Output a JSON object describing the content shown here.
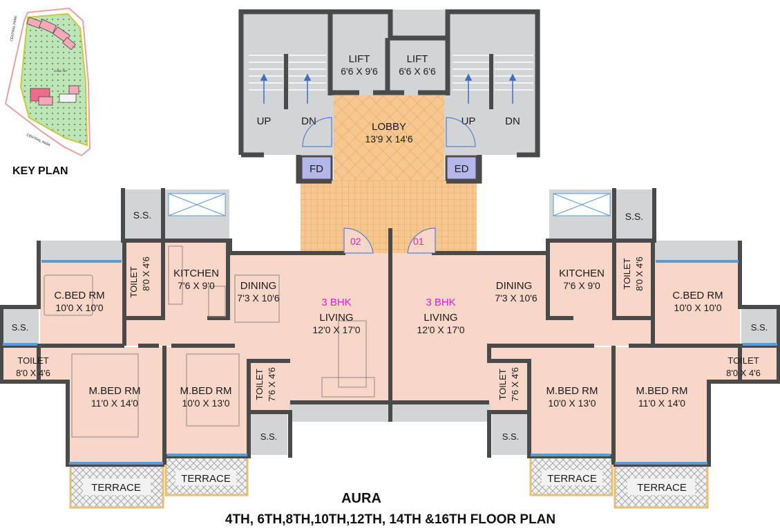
{
  "key_plan": {
    "title": "KEY PLAN",
    "road_left": "CENTRAL PARK",
    "road_bottom": "CENTRAL PARK",
    "zone_label": "ZONE SET"
  },
  "core": {
    "lift_left": {
      "name": "LIFT",
      "size": "6'6 X 9'6"
    },
    "lift_right": {
      "name": "LIFT",
      "size": "6'6 X 6'6"
    },
    "lobby": {
      "name": "LOBBY",
      "size": "13'9 X 14'6"
    },
    "stair_left": {
      "up": "UP",
      "dn": "DN"
    },
    "stair_right": {
      "up": "UP",
      "dn": "DN"
    },
    "fd": "FD",
    "ed": "ED"
  },
  "flat_left": {
    "number": "02",
    "type": "3 BHK",
    "living": {
      "name": "LIVING",
      "size": "12'0 X 17'0"
    },
    "dining": {
      "name": "DINING",
      "size": "7'3 X 10'6"
    },
    "kitchen": {
      "name": "KITCHEN",
      "size": "7'6 X 9'0"
    },
    "cbed": {
      "name": "C.BED RM",
      "size": "10'0 X 10'0"
    },
    "mbed1": {
      "name": "M.BED RM",
      "size": "11'0 X 14'0"
    },
    "mbed2": {
      "name": "M.BED RM",
      "size": "10'0 X 13'0"
    },
    "toilet_top": {
      "name": "TOILET",
      "size": "8'0 X 4'6"
    },
    "toilet_left": {
      "name": "TOILET",
      "size": "8'0 X 4'6"
    },
    "toilet_mid": {
      "name": "TOILET",
      "size": "7'6 X 4'6"
    },
    "ss_top": "S.S.",
    "ss_left": "S.S.",
    "ss_bottom": "S.S.",
    "terrace1": "TERRACE",
    "terrace2": "TERRACE"
  },
  "flat_right": {
    "number": "01",
    "type": "3 BHK",
    "living": {
      "name": "LIVING",
      "size": "12'0 X 17'0"
    },
    "dining": {
      "name": "DINING",
      "size": "7'3 X 10'6"
    },
    "kitchen": {
      "name": "KITCHEN",
      "size": "7'6 X 9'0"
    },
    "cbed": {
      "name": "C.BED RM",
      "size": "10'0 X 10'0"
    },
    "mbed1": {
      "name": "M.BED RM",
      "size": "10'0 X 13'0"
    },
    "mbed2": {
      "name": "M.BED RM",
      "size": "11'0 X 14'0"
    },
    "toilet_top": {
      "name": "TOILET",
      "size": "8'0 X 4'6"
    },
    "toilet_right": {
      "name": "TOILET",
      "size": "8'0 X 4'6"
    },
    "toilet_mid": {
      "name": "TOILET",
      "size": "7'6 X 4'6"
    },
    "ss_top": "S.S.",
    "ss_right": "S.S.",
    "ss_bottom": "S.S.",
    "terrace1": "TERRACE",
    "terrace2": "TERRACE"
  },
  "footer": {
    "project": "AURA",
    "floors": "4TH, 6TH,8TH,10TH,12TH, 14TH &16TH FLOOR PLAN"
  },
  "colors": {
    "room": "#f9d7c8",
    "service": "#d2d4d6",
    "lobby": "#f5c48c",
    "wall": "#4a4a4a",
    "door_label": "#e020c8",
    "fd_ed": "#b5b7ea",
    "window": "#5b9bd5",
    "keyplan_green": "#b8e0b0"
  }
}
